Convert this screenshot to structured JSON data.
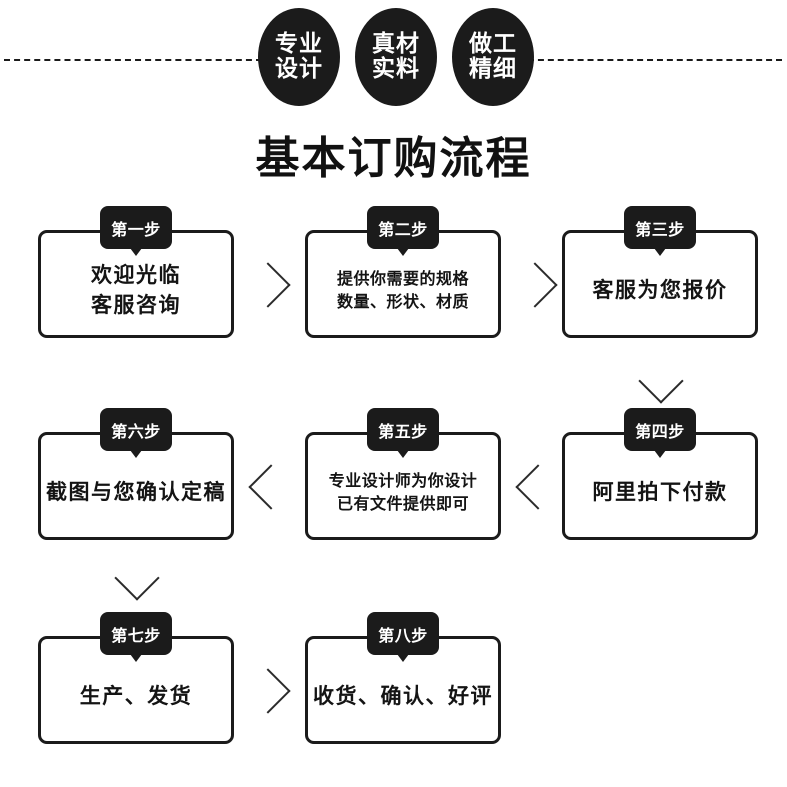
{
  "banner": {
    "badges": [
      {
        "line1": "专业",
        "line2": "设计"
      },
      {
        "line1": "真材",
        "line2": "实料"
      },
      {
        "line1": "做工",
        "line2": "精细"
      }
    ]
  },
  "page_title": "基本订购流程",
  "flow": {
    "steps": [
      {
        "tab": "第一步",
        "lines": [
          "欢迎光临",
          "客服咨询"
        ]
      },
      {
        "tab": "第二步",
        "lines": [
          "提供你需要的规格",
          "数量、形状、材质"
        ]
      },
      {
        "tab": "第三步",
        "lines": [
          "客服为您报价"
        ]
      },
      {
        "tab": "第四步",
        "lines": [
          "阿里拍下付款"
        ]
      },
      {
        "tab": "第五步",
        "lines": [
          "专业设计师为你设计",
          "已有文件提供即可"
        ]
      },
      {
        "tab": "第六步",
        "lines": [
          "截图与您确认定稿"
        ]
      },
      {
        "tab": "第七步",
        "lines": [
          "生产、发货"
        ]
      },
      {
        "tab": "第八步",
        "lines": [
          "收货、确认、好评"
        ]
      }
    ]
  },
  "colors": {
    "ink": "#1b1b1b",
    "paper": "#ffffff",
    "badge_text": "#ffffff"
  }
}
